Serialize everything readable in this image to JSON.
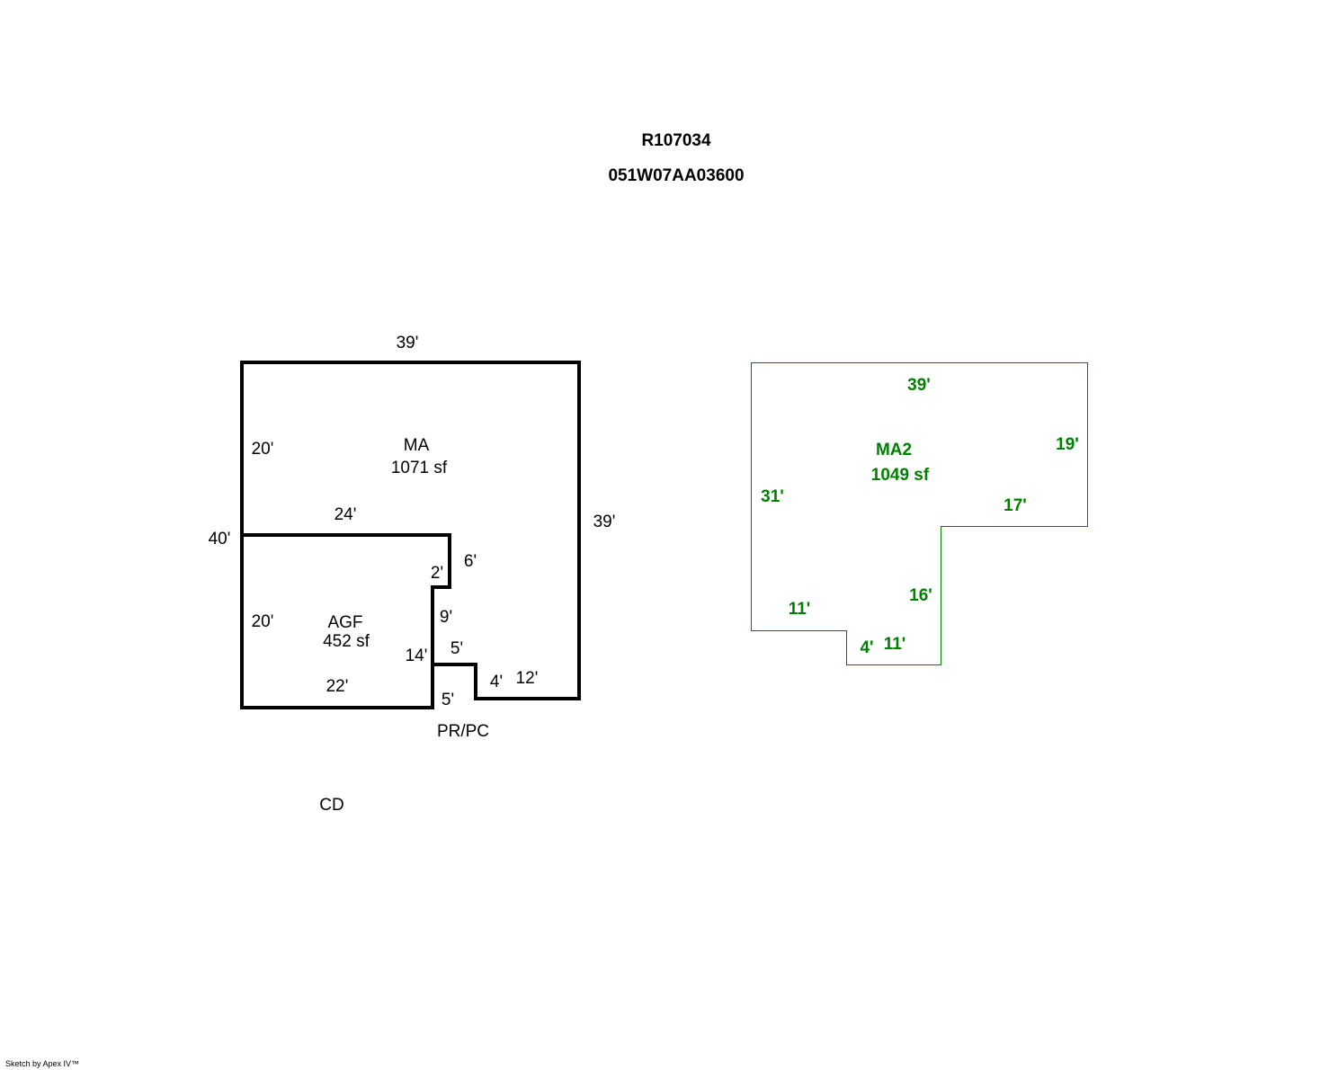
{
  "header": {
    "account": "R107034",
    "map_tax_lot": "051W07AA03600"
  },
  "colors": {
    "primary_outline": "#000000",
    "secondary_outline": "#008000"
  },
  "sketch_1": {
    "areas": [
      {
        "code": "MA",
        "size": "1071 sf"
      },
      {
        "code": "AGF",
        "size": "452 sf"
      },
      {
        "code": "PR/PC"
      },
      {
        "code": "CD"
      }
    ],
    "dims": [
      "39'",
      "20'",
      "24'",
      "40'",
      "39'",
      "6'",
      "2'",
      "20'",
      "9'",
      "14'",
      "5'",
      "22'",
      "4'",
      "12'",
      "5'"
    ]
  },
  "sketch_2": {
    "area": {
      "code": "MA2",
      "size": "1049 sf"
    },
    "dims": [
      "39'",
      "19'",
      "31'",
      "17'",
      "16'",
      "11'",
      "4'",
      "11'"
    ]
  },
  "footer": {
    "credit": "Sketch by Apex IV™"
  }
}
